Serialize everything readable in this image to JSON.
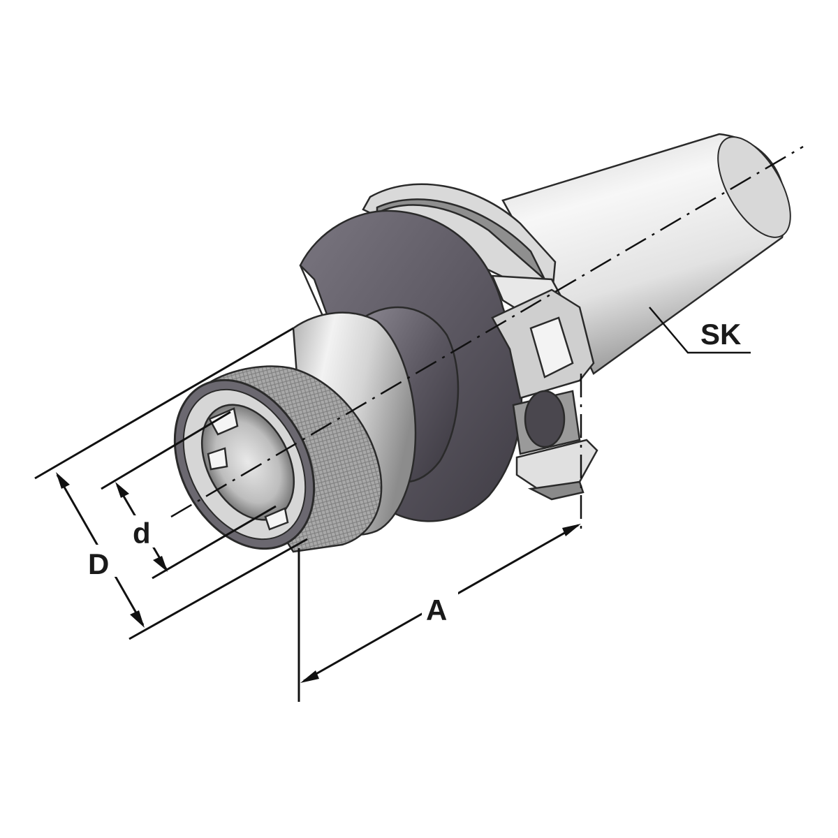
{
  "drawing": {
    "labels": {
      "taper": "SK",
      "outer_diameter": "D",
      "bore_diameter": "d",
      "length": "A"
    },
    "colors": {
      "dimension_lines": "#111111",
      "steel_light": "#f4f4f4",
      "steel_mid": "#b9b9b9",
      "steel_dark": "#6e6a72",
      "flange_dark": "#5b5760",
      "knurl": "#9a9a9a"
    }
  }
}
